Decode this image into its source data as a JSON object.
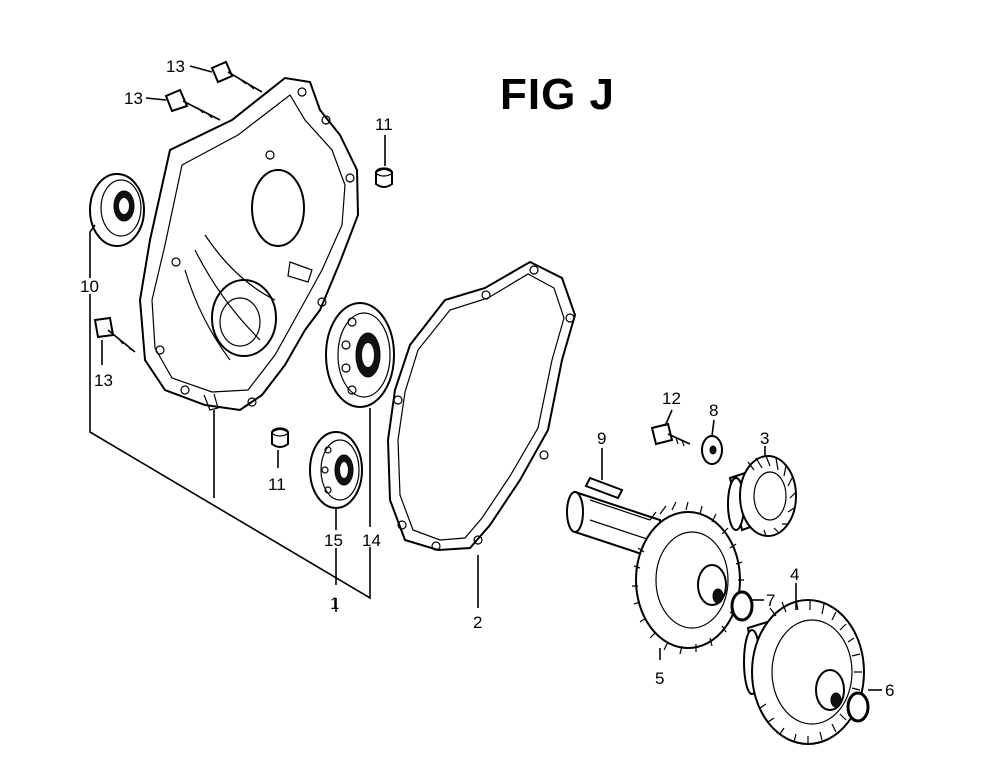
{
  "figure": {
    "title": "FIG J"
  },
  "callouts": [
    {
      "id": "c13a",
      "text": "13"
    },
    {
      "id": "c13b",
      "text": "13"
    },
    {
      "id": "c13c",
      "text": "13"
    },
    {
      "id": "c11a",
      "text": "11"
    },
    {
      "id": "c11b",
      "text": "11"
    },
    {
      "id": "c10",
      "text": "10"
    },
    {
      "id": "c15",
      "text": "15"
    },
    {
      "id": "c14",
      "text": "14"
    },
    {
      "id": "c1",
      "text": "1"
    },
    {
      "id": "c2",
      "text": "2"
    },
    {
      "id": "c12",
      "text": "12"
    },
    {
      "id": "c8",
      "text": "8"
    },
    {
      "id": "c3",
      "text": "3"
    },
    {
      "id": "c9",
      "text": "9"
    },
    {
      "id": "c7",
      "text": "7"
    },
    {
      "id": "c4",
      "text": "4"
    },
    {
      "id": "c5",
      "text": "5"
    },
    {
      "id": "c6",
      "text": "6"
    }
  ]
}
